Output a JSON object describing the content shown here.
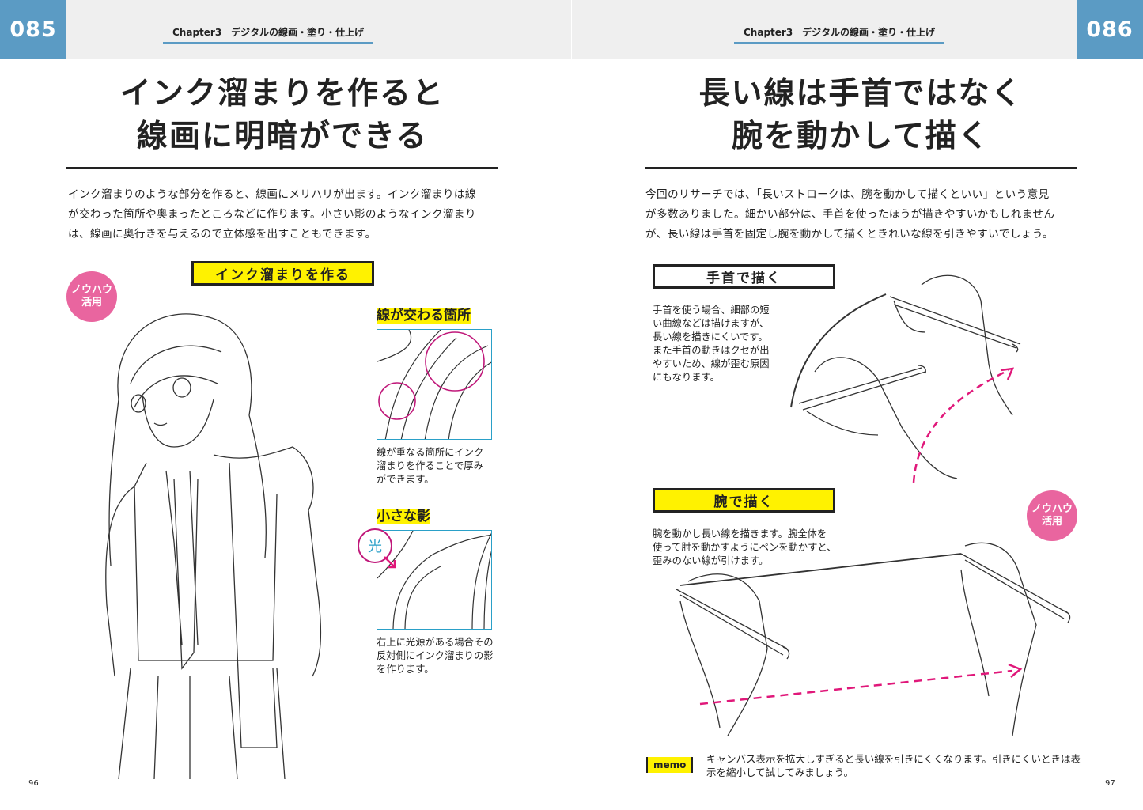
{
  "left": {
    "section_number": "085",
    "chapter": "Chapter3　デジタルの線画・塗り・仕上げ",
    "title_lines": [
      "インク溜まりを作ると",
      "線画に明暗ができる"
    ],
    "body": [
      "インク溜まりのような部分を作ると、線画にメリハリが出ます。インク溜まりは線",
      "が交わった箇所や奥まったところなどに作ります。小さい影のようなインク溜まり",
      "は、線画に奥行きを与えるので立体感を出すこともできます。"
    ],
    "label": "インク溜まりを作る",
    "badge": [
      "ノウハウ",
      "活用"
    ],
    "inset1": {
      "heading": "線が交わる箇所",
      "caption": [
        "線が重なる箇所にインク",
        "溜まりを作ることで厚み",
        "ができます。"
      ]
    },
    "inset2": {
      "heading": "小さな影",
      "light": "光",
      "caption": [
        "右上に光源がある場合その",
        "反対側にインク溜まりの影",
        "を作ります。"
      ]
    },
    "page_number": "96"
  },
  "right": {
    "section_number": "086",
    "chapter": "Chapter3　デジタルの線画・塗り・仕上げ",
    "title_lines": [
      "長い線は手首ではなく",
      "腕を動かして描く"
    ],
    "body": [
      "今回のリサーチでは、「長いストロークは、腕を動かして描くといい」という意見",
      "が多数ありました。細かい部分は、手首を使ったほうが描きやすいかもしれません",
      "が、長い線は手首を固定し腕を動かして描くときれいな線を引きやすいでしょう。"
    ],
    "wrist": {
      "label": "手首で描く",
      "caption": [
        "手首を使う場合、細部の短",
        "い曲線などは描けますが、",
        "長い線を描きにくいです。",
        "また手首の動きはクセが出",
        "やすいため、線が歪む原因",
        "にもなります。"
      ]
    },
    "arm": {
      "label": "腕で描く",
      "caption": [
        "腕を動かし長い線を描きます。腕全体を",
        "使って肘を動かすようにペンを動かすと、",
        "歪みのない線が引けます。"
      ]
    },
    "badge": [
      "ノウハウ",
      "活用"
    ],
    "memo": {
      "tag": "memo",
      "text": [
        "キャンバス表示を拡大しすぎると長い線を引きにくくなります。引きにくいときは表",
        "示を縮小して試してみましょう。"
      ]
    },
    "page_number": "97"
  },
  "colors": {
    "accent_blue": "#5b9bc4",
    "highlight_yellow": "#fff200",
    "pink": "#e9659f",
    "inset_blue": "#2aa0c8"
  }
}
